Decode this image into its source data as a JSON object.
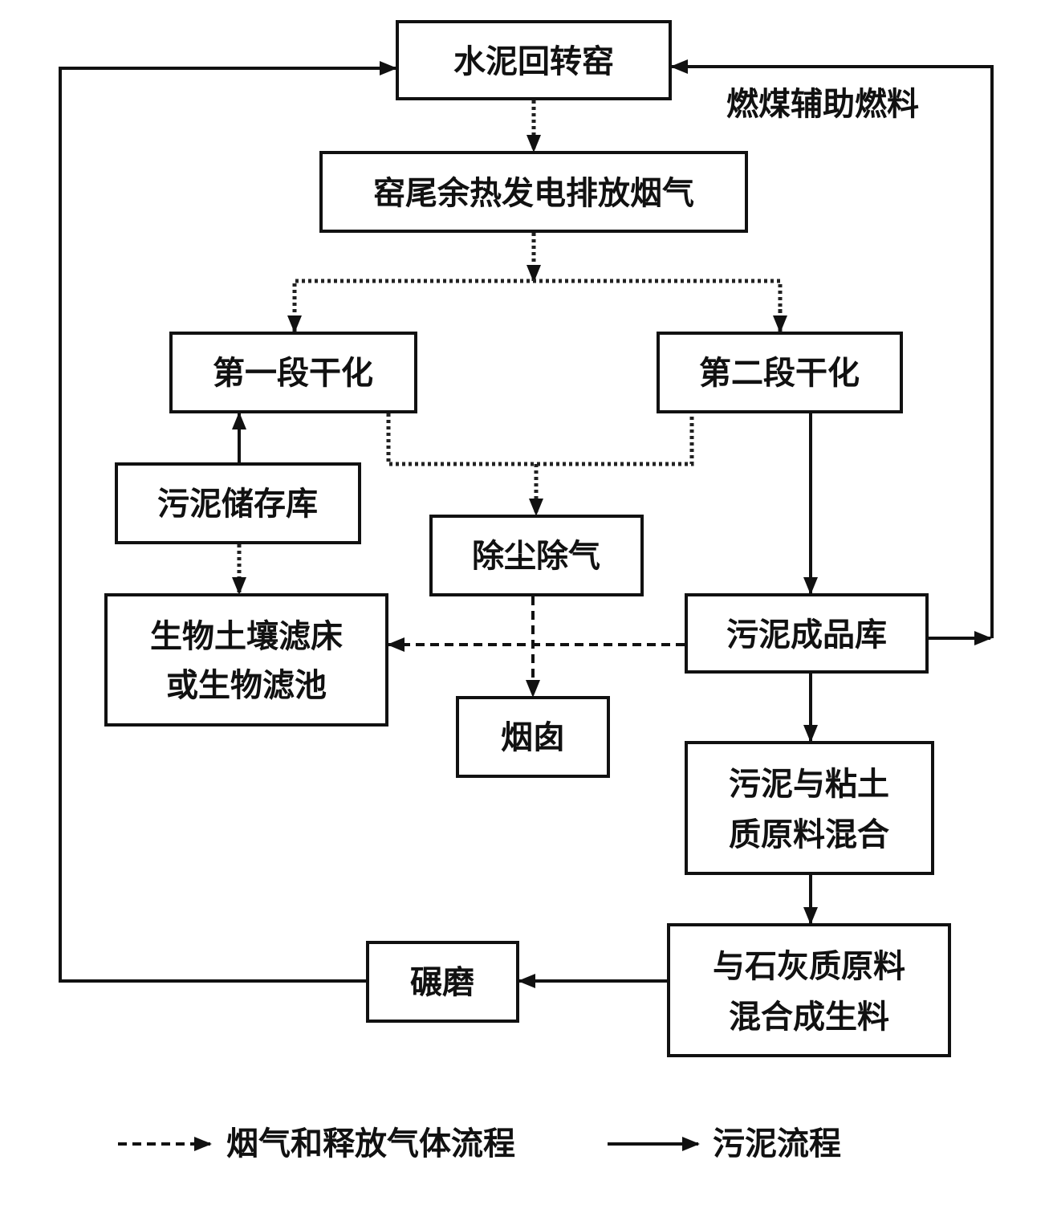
{
  "nodes": {
    "kiln": "水泥回转窑",
    "exhaust": "窑尾余热发电排放烟气",
    "stage1": "第一段干化",
    "stage2": "第二段干化",
    "storage": "污泥储存库",
    "dedust": "除尘除气",
    "biofilter_line1": "生物土壤滤床",
    "biofilter_line2": "或生物滤池",
    "product": "污泥成品库",
    "chimney": "烟囱",
    "mix_clay_line1": "污泥与粘土",
    "mix_clay_line2": "质原料混合",
    "mix_lime_line1": "与石灰质原料",
    "mix_lime_line2": "混合成生料",
    "grind": "碾磨"
  },
  "side_label": "燃煤辅助燃料",
  "legend": {
    "gas": "烟气和释放气体流程",
    "sludge": "污泥流程"
  }
}
